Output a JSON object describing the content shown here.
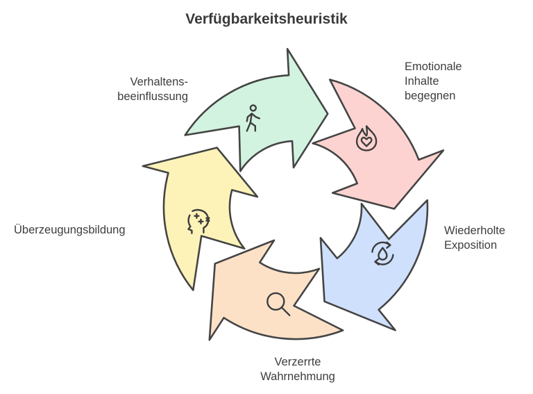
{
  "title": "Verfügbarkeitsheuristik",
  "steps": [
    {
      "label_lines": [
        "Emotionale",
        "Inhalte",
        "begegnen"
      ],
      "color": "#fdd3d1",
      "icon": "flame-heart-icon"
    },
    {
      "label_lines": [
        "Wiederholte",
        "Exposition"
      ],
      "color": "#cfe0fd",
      "icon": "cycle-drop-icon"
    },
    {
      "label_lines": [
        "Verzerrte",
        "Wahrnehmung"
      ],
      "color": "#fde1c7",
      "icon": "magnifier-icon"
    },
    {
      "label_lines": [
        "Überzeugungsbildung"
      ],
      "color": "#fdf3b8",
      "icon": "head-thinking-icon"
    },
    {
      "label_lines": [
        "Verhaltens-",
        "beeinflussung"
      ],
      "color": "#d2f3df",
      "icon": "walking-person-icon"
    }
  ]
}
